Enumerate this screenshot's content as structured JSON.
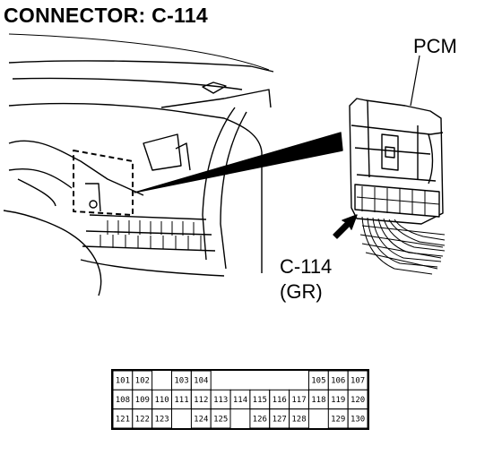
{
  "title": "CONNECTOR: C-114",
  "labels": {
    "pcm": "PCM",
    "connector": "C-114",
    "color": "(GR)"
  },
  "connector_pins": {
    "rows": [
      [
        "101",
        "102",
        "",
        "103",
        "104",
        "",
        "",
        "",
        "",
        "",
        "105",
        "106",
        "107"
      ],
      [
        "108",
        "109",
        "110",
        "111",
        "112",
        "113",
        "114",
        "115",
        "116",
        "117",
        "118",
        "119",
        "120"
      ],
      [
        "121",
        "122",
        "123",
        "",
        "124",
        "125",
        "",
        "126",
        "127",
        "128",
        "",
        "129",
        "130"
      ]
    ]
  }
}
